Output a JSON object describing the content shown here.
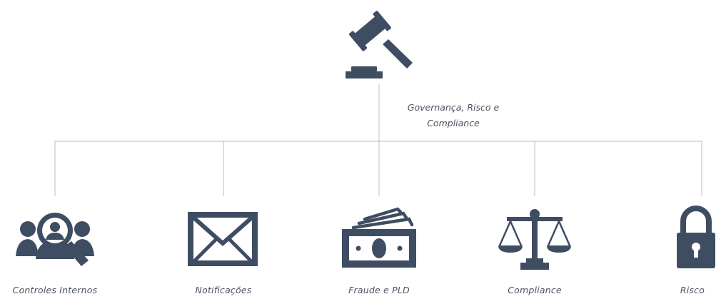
{
  "root": {
    "label_line1": "Governança, Risco e",
    "label_line2": "Compliance",
    "icon": "gavel-icon"
  },
  "children": [
    {
      "label": "Controles Internos",
      "icon": "users-search-icon"
    },
    {
      "label": "Notificações",
      "icon": "envelope-icon"
    },
    {
      "label": "Fraude e PLD",
      "icon": "money-icon"
    },
    {
      "label": "Compliance",
      "icon": "scale-icon"
    },
    {
      "label": "Risco",
      "icon": "lock-icon"
    }
  ],
  "colors": {
    "icon": "#3f4d63",
    "line": "#c8c8c8",
    "text": "#4a5360"
  }
}
